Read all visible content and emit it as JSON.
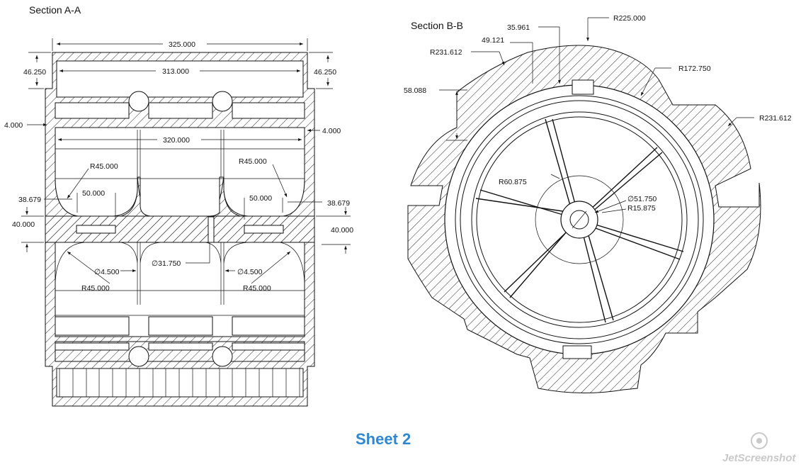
{
  "section_a": {
    "title": "Section A-A",
    "dims": {
      "overall_width": "325.000",
      "inner_width": "313.000",
      "mid_width": "320.000",
      "top_left": "46.250",
      "top_right": "46.250",
      "wall_left": "4.000",
      "wall_right": "4.000",
      "radius_top_left": "R45.000",
      "radius_top_right": "R45.000",
      "step_left": "50.000",
      "step_right": "50.000",
      "offset_left": "38.679",
      "offset_right": "38.679",
      "height_left": "40.000",
      "height_right": "40.000",
      "hole_left": "∅4.500",
      "hole_center": "∅31.750",
      "hole_right": "∅4.500",
      "radius_bottom_left": "R45.000",
      "radius_bottom_right": "R45.000"
    }
  },
  "section_b": {
    "title": "Section B-B",
    "dims": {
      "r225": "R225.000",
      "d35961": "35.961",
      "d49121": "49.121",
      "r231_left": "R231.612",
      "r172": "R172.750",
      "d58088": "58.088",
      "r231_right": "R231.612",
      "r60875": "R60.875",
      "d51750": "∅51.750",
      "r15875": "R15.875"
    }
  },
  "sheet_label": "Sheet 2",
  "watermark": "JetScreenshot",
  "colors": {
    "sheet_label": "#2f86d1",
    "lines": "#111111",
    "watermark": "#c9c9c9"
  }
}
